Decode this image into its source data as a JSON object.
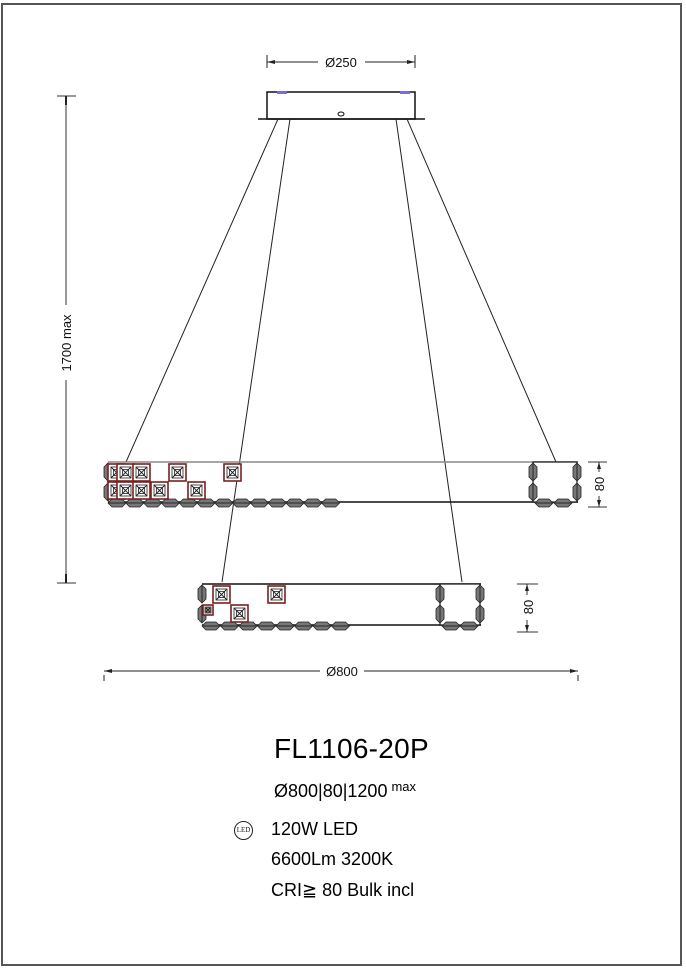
{
  "drawing": {
    "dimensions": {
      "canopy_diameter": "Ø250",
      "max_height": "1700 max",
      "upper_ring_height": "80",
      "lower_ring_height": "80",
      "overall_diameter": "Ø800"
    }
  },
  "specs": {
    "model": "FL1106-20P",
    "size_main": "Ø800|80|1200",
    "size_suffix": "max",
    "led_icon_label": "LED",
    "power": "120W LED",
    "lumen_cct": "6600Lm  3200K",
    "cri": "CRI≧ 80 Bulk incl"
  }
}
